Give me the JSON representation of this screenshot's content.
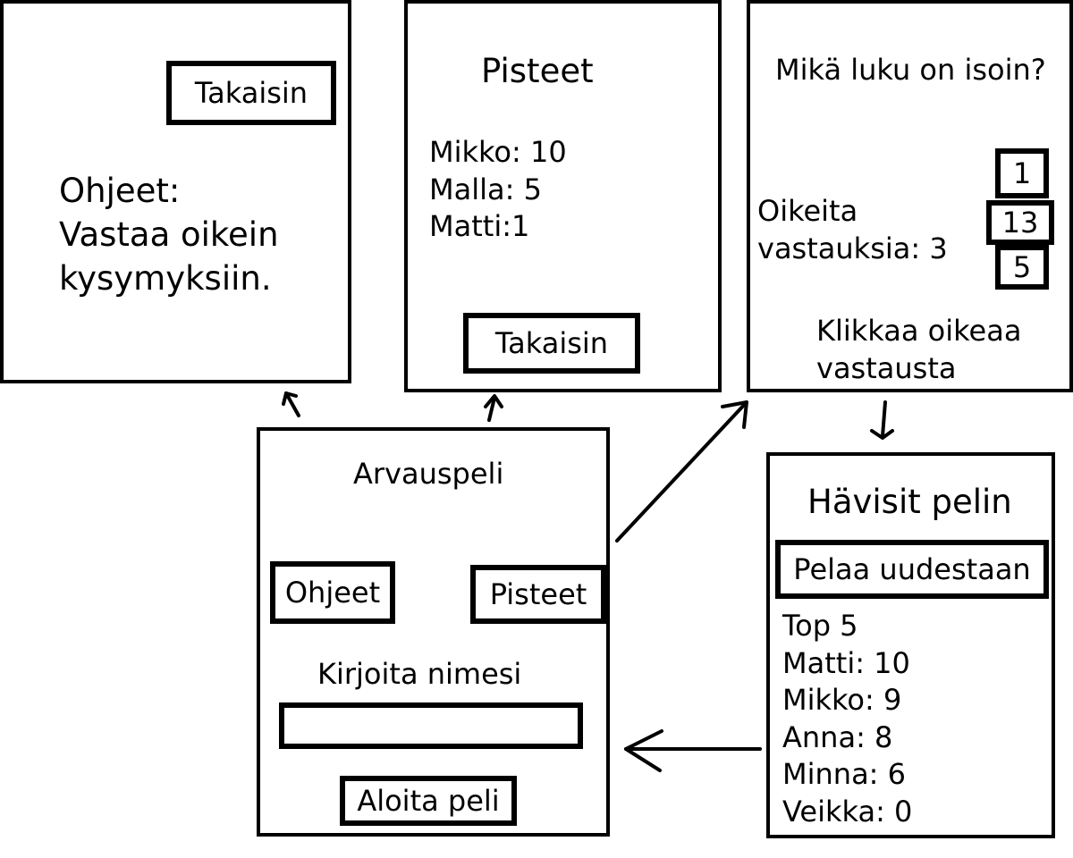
{
  "instructions": {
    "back_label": "Takaisin",
    "lines": [
      "Ohjeet:",
      "Vastaa oikein",
      "kysymyksiin."
    ]
  },
  "scores": {
    "title": "Pisteet",
    "entries": [
      "Mikko: 10",
      "Malla: 5",
      "Matti:1"
    ],
    "back_label": "Takaisin"
  },
  "question": {
    "prompt": "Mikä luku on isoin?",
    "correct_lines": [
      "Oikeita",
      "vastauksia: 3"
    ],
    "options": [
      "1",
      "13",
      "5"
    ],
    "hint_lines": [
      "Klikkaa oikeaa",
      "vastausta"
    ]
  },
  "main": {
    "title": "Arvauspeli",
    "instructions_label": "Ohjeet",
    "scores_label": "Pisteet",
    "name_prompt": "Kirjoita nimesi",
    "name_value": "",
    "start_label": "Aloita peli"
  },
  "lost": {
    "title": "Hävisit pelin",
    "play_again_label": "Pelaa uudestaan",
    "top_title": "Top 5",
    "top_entries": [
      "Matti: 10",
      "Mikko: 9",
      "Anna: 8",
      "Minna: 6",
      "Veikka: 0"
    ]
  }
}
